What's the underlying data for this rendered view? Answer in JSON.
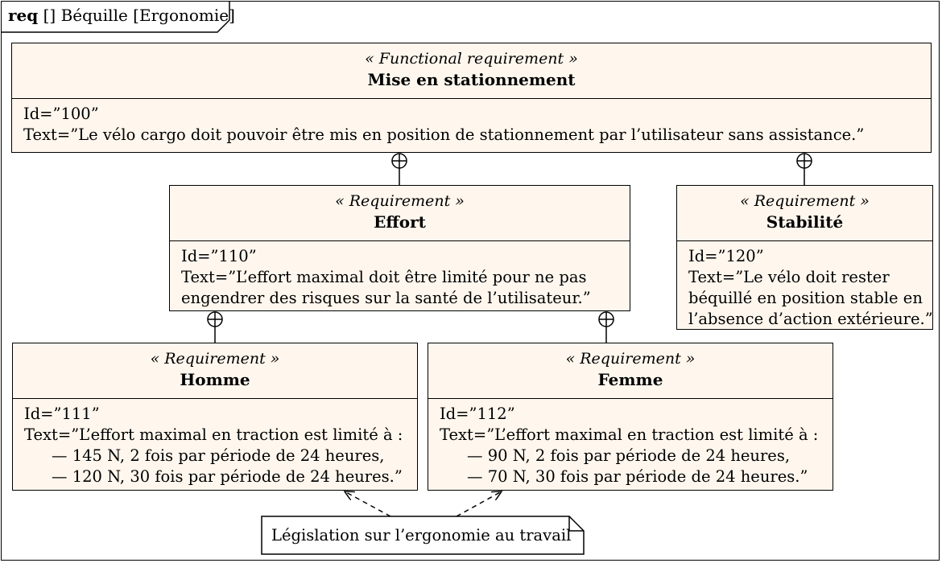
{
  "diagram": {
    "kind": "req",
    "frame_title": "[] Béquille [Ergonomie]"
  },
  "requirements": {
    "r100": {
      "stereotype": "« Functional requirement »",
      "name": "Mise en stationnement",
      "id_line": "Id=”100”",
      "text_lines": [
        "Text=”Le vélo cargo doit pouvoir être mis en position de stationnement par l’utilisateur sans assistance.”"
      ]
    },
    "r110": {
      "stereotype": "« Requirement »",
      "name": "Effort",
      "id_line": "Id=”110”",
      "text_lines": [
        "Text=”L’effort maximal doit être limité pour ne pas",
        "engendrer des risques sur la santé de l’utilisateur.”"
      ]
    },
    "r120": {
      "stereotype": "« Requirement »",
      "name": "Stabilité",
      "id_line": "Id=”120”",
      "text_lines": [
        "Text=”Le vélo doit rester",
        "béquillé en position stable en",
        "l’absence d’action extérieure.”"
      ]
    },
    "r111": {
      "stereotype": "« Requirement »",
      "name": "Homme",
      "id_line": "Id=”111”",
      "text_lines": [
        "Text=”L’effort maximal en traction est limité à :"
      ],
      "bullets": [
        "— 145 N, 2 fois par période de 24 heures,",
        "— 120 N, 30 fois par période de 24 heures.”"
      ]
    },
    "r112": {
      "stereotype": "« Requirement »",
      "name": "Femme",
      "id_line": "Id=”112”",
      "text_lines": [
        "Text=”L’effort maximal en traction est limité à :"
      ],
      "bullets": [
        "— 90 N, 2 fois par période de 24 heures,",
        "— 70 N, 30 fois par période de 24 heures.”"
      ]
    }
  },
  "note": {
    "text": "Législation sur l’ergonomie au travail"
  },
  "colors": {
    "block_fill": "#fff7ee",
    "stroke": "#000000"
  }
}
